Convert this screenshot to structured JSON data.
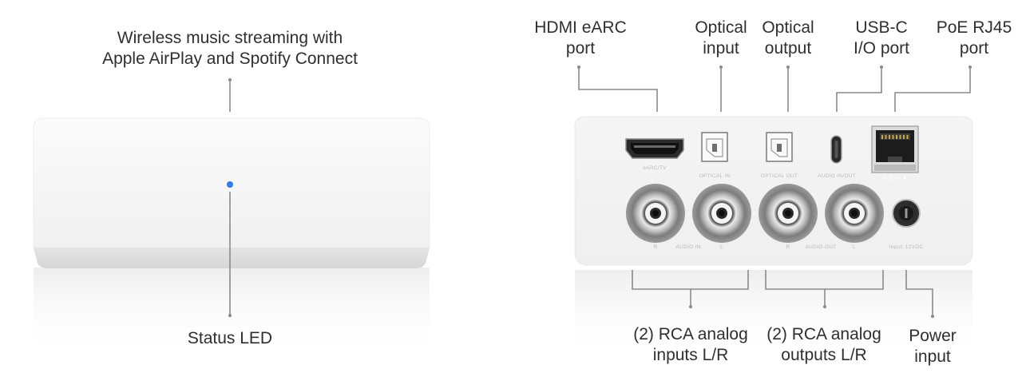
{
  "front": {
    "callout_top": [
      "Wireless music streaming with",
      "Apple AirPlay and Spotify Connect"
    ],
    "callout_bottom": [
      "Status LED"
    ],
    "led_color": "#2f7bf0"
  },
  "back": {
    "callouts_top": {
      "hdmi": [
        "HDMI eARC",
        "port"
      ],
      "optical_in": [
        "Optical",
        "input"
      ],
      "optical_out": [
        "Optical",
        "output"
      ],
      "usbc": [
        "USB-C",
        "I/O port"
      ],
      "rj45": [
        "PoE RJ45",
        "port"
      ]
    },
    "callouts_bottom": {
      "rca_in": [
        "(2) RCA analog",
        "inputs L/R"
      ],
      "rca_out": [
        "(2) RCA analog",
        "outputs L/R"
      ],
      "power": [
        "Power",
        "input"
      ]
    },
    "printed": {
      "earc": "eARC/TV",
      "optical_in": "OPTICAL IN",
      "optical_out": "OPTICAL OUT",
      "usbc": "AUDIO IN/OUT",
      "poe": "PoE IN ⬍",
      "audio_in_r": "R",
      "audio_in": "AUDIO IN",
      "audio_in_l": "L",
      "audio_out_r": "R",
      "audio_out": "AUDIO OUT",
      "audio_out_l": "L",
      "power": "Input: 12VDC"
    }
  },
  "colors": {
    "device_body": "#f6f6f6",
    "leader_line": "#8a8a8a",
    "text": "#2f2f2f"
  }
}
